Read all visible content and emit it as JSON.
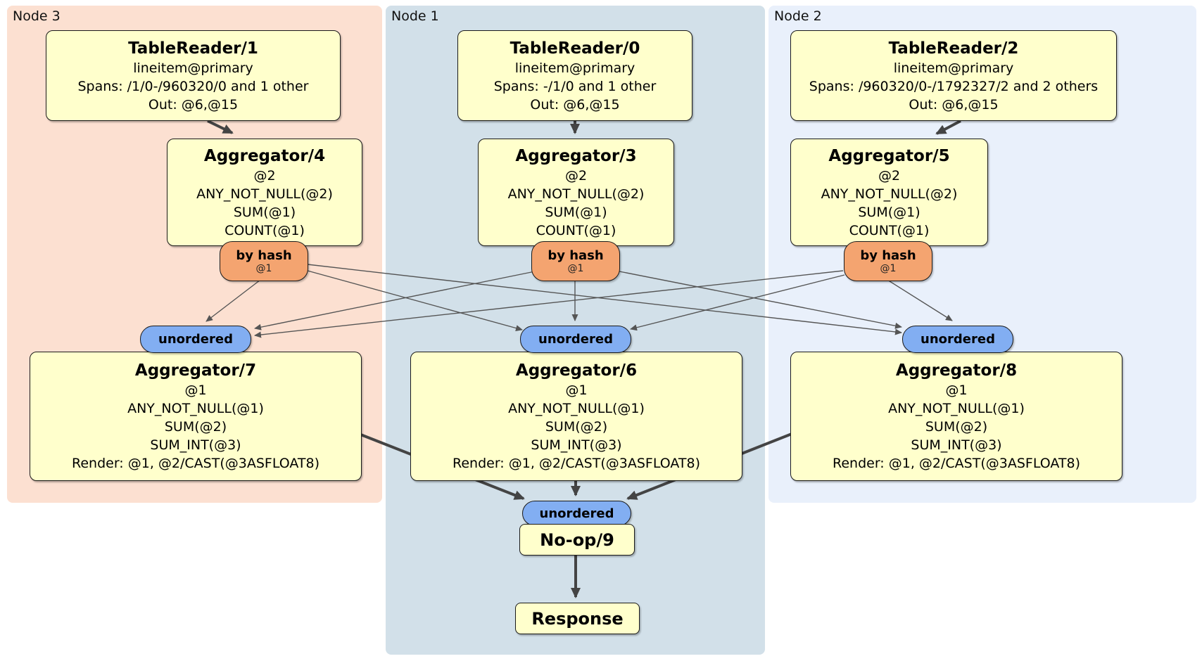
{
  "panels": [
    {
      "label": "Node 3",
      "table_reader": {
        "title": "TableReader/1",
        "lines": [
          "lineitem@primary",
          "Spans: /1/0-/960320/0 and 1 other",
          "Out: @6,@15"
        ]
      },
      "aggregator_top": {
        "title": "Aggregator/4",
        "lines": [
          "@2",
          "ANY_NOT_NULL(@2)",
          "SUM(@1)",
          "COUNT(@1)"
        ]
      },
      "router": {
        "label": "by hash",
        "detail": "@1"
      },
      "sync": {
        "label": "unordered"
      },
      "aggregator_bottom": {
        "title": "Aggregator/7",
        "lines": [
          "@1",
          "ANY_NOT_NULL(@1)",
          "SUM(@2)",
          "SUM_INT(@3)",
          "Render: @1, @2/CAST(@3ASFLOAT8)"
        ]
      }
    },
    {
      "label": "Node 1",
      "table_reader": {
        "title": "TableReader/0",
        "lines": [
          "lineitem@primary",
          "Spans: -/1/0 and 1 other",
          "Out: @6,@15"
        ]
      },
      "aggregator_top": {
        "title": "Aggregator/3",
        "lines": [
          "@2",
          "ANY_NOT_NULL(@2)",
          "SUM(@1)",
          "COUNT(@1)"
        ]
      },
      "router": {
        "label": "by hash",
        "detail": "@1"
      },
      "sync": {
        "label": "unordered"
      },
      "aggregator_bottom": {
        "title": "Aggregator/6",
        "lines": [
          "@1",
          "ANY_NOT_NULL(@1)",
          "SUM(@2)",
          "SUM_INT(@3)",
          "Render: @1, @2/CAST(@3ASFLOAT8)"
        ]
      },
      "final_sync": {
        "label": "unordered"
      },
      "noop": {
        "title": "No-op/9"
      },
      "response": {
        "title": "Response"
      }
    },
    {
      "label": "Node 2",
      "table_reader": {
        "title": "TableReader/2",
        "lines": [
          "lineitem@primary",
          "Spans: /960320/0-/1792327/2 and 2 others",
          "Out: @6,@15"
        ]
      },
      "aggregator_top": {
        "title": "Aggregator/5",
        "lines": [
          "@2",
          "ANY_NOT_NULL(@2)",
          "SUM(@1)",
          "COUNT(@1)"
        ]
      },
      "router": {
        "label": "by hash",
        "detail": "@1"
      },
      "sync": {
        "label": "unordered"
      },
      "aggregator_bottom": {
        "title": "Aggregator/8",
        "lines": [
          "@1",
          "ANY_NOT_NULL(@1)",
          "SUM(@2)",
          "SUM_INT(@3)",
          "Render: @1, @2/CAST(@3ASFLOAT8)"
        ]
      }
    }
  ],
  "edges": [
    {
      "from": "TableReader/1",
      "to": "Aggregator/4"
    },
    {
      "from": "TableReader/0",
      "to": "Aggregator/3"
    },
    {
      "from": "TableReader/2",
      "to": "Aggregator/5"
    },
    {
      "from": "by hash (Node 3)",
      "to": "unordered (Node 3, Node 1, Node 2)"
    },
    {
      "from": "by hash (Node 1)",
      "to": "unordered (Node 3, Node 1, Node 2)"
    },
    {
      "from": "by hash (Node 2)",
      "to": "unordered (Node 3, Node 1, Node 2)"
    },
    {
      "from": "Aggregator/7",
      "to": "final unordered"
    },
    {
      "from": "Aggregator/6",
      "to": "final unordered"
    },
    {
      "from": "Aggregator/8",
      "to": "final unordered"
    },
    {
      "from": "No-op/9",
      "to": "Response"
    }
  ],
  "colors": {
    "panel_node3": "#fce0d1",
    "panel_node1": "#d2e0e9",
    "panel_node2": "#e9f0fb",
    "process_box_fill": "#ffffcc",
    "router_fill": "#f4a470",
    "sync_fill": "#82aef2",
    "edge_thin": "#555555",
    "edge_thick": "#444444",
    "border": "#1a1a1a"
  }
}
